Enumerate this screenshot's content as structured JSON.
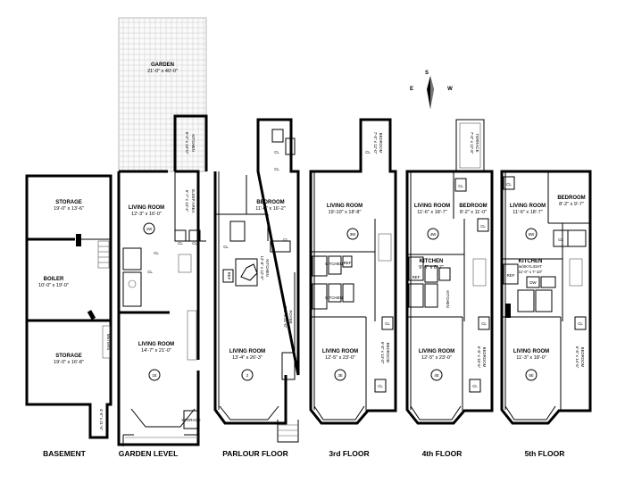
{
  "compass": {
    "n": "S",
    "e": "W",
    "w": "E"
  },
  "captions": {
    "basement": "BASEMENT",
    "garden": "GARDEN LEVEL",
    "parlour": "PARLOUR FLOOR",
    "third": "3rd FLOOR",
    "fourth": "4th FLOOR",
    "fifth": "5th FLOOR"
  },
  "basement": {
    "storage_top": "STORAGE",
    "storage_top_dim": "19'-0\" x 13'-6\"",
    "boiler": "BOILER",
    "boiler_dim": "10'-0\" x 19'-0\"",
    "meters": "METERS",
    "storage_bot": "STORAGE",
    "storage_bot_dim": "19'-0\" x 16'-8\"",
    "small_dim": "4'-0\" x 11'-6\""
  },
  "garden": {
    "garden": "GARDEN",
    "garden_dim": "21'-0\" x 40'-0\"",
    "kitchen": "KITCHEN",
    "kitchen_dim": "6'-2\" x 13'-0\"",
    "sleep": "SLEEP AREA",
    "sleep_dim": "6'-7\" x 13'-4\"",
    "living1": "LIVING ROOM",
    "living1_dim": "12'-3\" x 16'-0\"",
    "unit1": "1W",
    "living2": "LIVING ROOM",
    "living2_dim": "14'-7\" x 21'-0\"",
    "unit2": "1E",
    "storage": "STORAGE",
    "cl": "CL"
  },
  "parlour": {
    "bedroom": "BEDROOM",
    "bedroom_dim": "11'-0\" x 16'-2\"",
    "kitchen": "KITCHEN",
    "kitchen_dim": "12'-8\" x 12'-0\"",
    "foyer": "FOYER",
    "foyer_dim": "5'-6\" x 21'-0\"",
    "living": "LIVING ROOM",
    "living_dim": "13'-4\" x 26'-3\"",
    "unit": "2",
    "cl": "CL",
    "ref": "REF"
  },
  "third": {
    "bedroom1": "BEDROOM",
    "bedroom1_dim": "7'-0\" x 12'-0\"",
    "living1": "LIVING ROOM",
    "living1_dim": "19'-10\" x 18'-8\"",
    "unit1": "3W",
    "kitchen1": "KITCHEN",
    "kitchen2": "KITCHEN",
    "living2": "LIVING ROOM",
    "living2_dim": "12'-5\" x 23'-0\"",
    "unit2": "3E",
    "bedroom2": "BEDROOM",
    "bedroom2_dim": "6'-5\" x 14'-0\"",
    "cl": "CL",
    "ref": "REF"
  },
  "fourth": {
    "terrace": "TERRACE",
    "terrace_dim": "7'-0\" x 12'-8\"",
    "living1": "LIVING ROOM",
    "living1_dim": "11'-6\" x 18'-7\"",
    "unit1": "4W",
    "bedroom1": "BEDROOM",
    "bedroom1_dim": "8'-2\" x 11'-0\"",
    "kitchen1": "KITCHEN",
    "kitchen1_dim": "9'-6\" x 6'-7\"",
    "kitchen2": "KITCHEN",
    "living2": "LIVING ROOM",
    "living2_dim": "12'-5\" x 23'-0\"",
    "unit2": "4E",
    "bedroom2": "BEDROOM",
    "bedroom2_dim": "6'-5\" x 15'-6\"",
    "cl": "CL",
    "ref": "REF"
  },
  "fifth": {
    "living1": "LIVING ROOM",
    "living1_dim": "11'-6\" x 18'-7\"",
    "unit1": "5W",
    "bedroom1": "BEDROOM",
    "bedroom1_dim": "8'-2\" x 9'-7\"",
    "kitchen": "KITCHEN",
    "kitchen_note": "w/SKYLIGHT",
    "kitchen_dim": "11'-0\" x 7'-10\"",
    "living2": "LIVING ROOM",
    "living2_dim": "11'-3\" x 18'-0\"",
    "unit2": "5E",
    "bedroom2": "BEDROOM",
    "bedroom2_dim": "6'-5\" x 14'-5\"",
    "cl": "CL",
    "ref": "REF",
    "dw": "DW"
  }
}
